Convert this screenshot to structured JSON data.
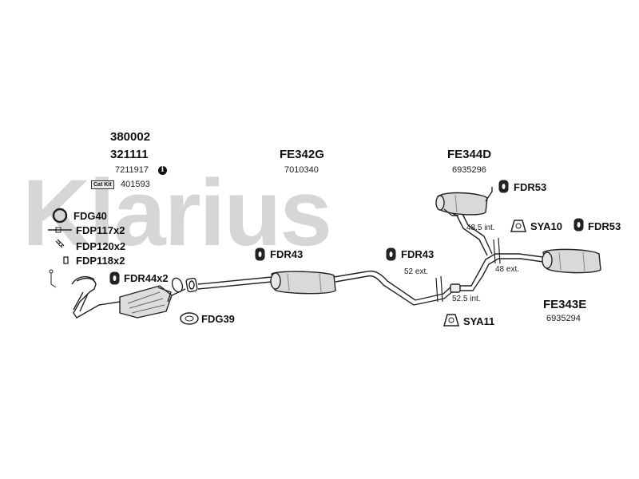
{
  "watermark": {
    "text": "Klarius",
    "color": "#d6d6d6"
  },
  "groups": {
    "cat": {
      "code1": "380002",
      "code2": "321111",
      "oe1": "7211917",
      "catkit_badge": "Cat Kit",
      "oe2": "401593",
      "info_glyph": "i"
    },
    "front": {
      "code": "FE342G",
      "oe": "7010340"
    },
    "rear_mid": {
      "code": "FE344D",
      "oe": "6935296"
    },
    "rear": {
      "code": "FE343E",
      "oe": "6935294"
    }
  },
  "fittings": {
    "fdg40": "FDG40",
    "fdp117": "FDP117x2",
    "fdp120": "FDP120x2",
    "fdp118": "FDP118x2",
    "fdr44": "FDR44x2",
    "fdg39": "FDG39",
    "fdr43_a": "FDR43",
    "fdr43_b": "FDR43",
    "fdr53_top": "FDR53",
    "sya10": "SYA10",
    "fdr53_right": "FDR53",
    "sya11": "SYA11"
  },
  "dimensions": {
    "d48_5": "48.5 int.",
    "d48": "48 ext.",
    "d52": "52 ext.",
    "d52_5": "52.5 int."
  }
}
